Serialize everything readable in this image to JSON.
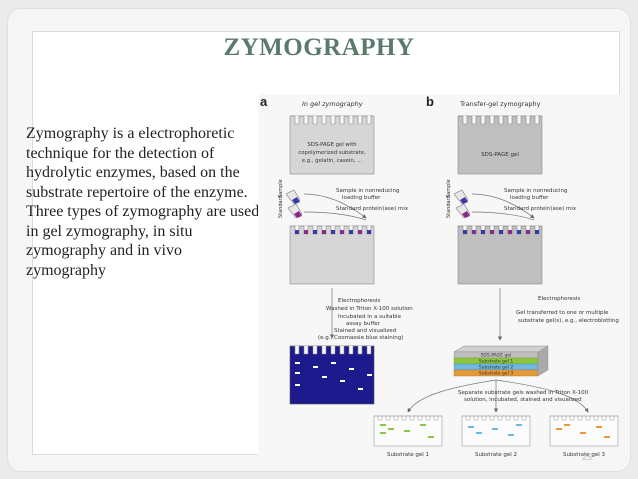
{
  "slide": {
    "title": "ZYMOGRAPHY",
    "body": "Zymography is a electrophoretic technique for the detection of hydrolytic enzymes, based on the substrate repertoire of the enzyme. Three types of zymography are used; in gel zymography, in situ zymography and in vivo zymography",
    "page_number": "25"
  },
  "figure": {
    "panel_a": {
      "letter": "a",
      "heading": "In gel zymography",
      "gel_label_1": "SDS-PAGE gel with",
      "gel_label_2": "copolymerized substrate,",
      "gel_label_3": "e.g., gelatin, casein, ...",
      "sample_label": "Sample",
      "standard_label": "Standard",
      "step1_1": "Sample in nonreducing",
      "step1_2": "loading buffer",
      "step1_3": "Standard protein(ase) mix",
      "step2_1": "Electrophoresis",
      "step2_2": "Washed in Triton X-100 solution",
      "step2_3": "Incubated in a suitable",
      "step2_4": "assay buffer",
      "step2_5": "Stained and visualized",
      "step2_6": "(e.g., Coomassie blue staining)"
    },
    "panel_b": {
      "letter": "b",
      "heading": "Transfer-gel zymography",
      "gel_label": "SDS-PAGE gel",
      "sample_label": "Sample",
      "standard_label": "Standard",
      "step1_1": "Sample in nonreducing",
      "step1_2": "loading buffer",
      "step1_3": "Standard protein(ase) mix",
      "step2": "Electrophoresis",
      "step3_1": "Gel transferred to one or multiple",
      "step3_2": "substrate gel(s), e.g., electroblotting",
      "stack_1": "SDS-PAGE gel",
      "stack_2": "Substrate gel 1",
      "stack_3": "Substrate gel 2",
      "stack_4": "Substrate gel 3",
      "step4_1": "Separate substrate gels washed in Triton X-100",
      "step4_2": "solution, incubated, stained and visualized",
      "gel_1": "Substrate gel 1",
      "gel_2": "Substrate gel 2",
      "gel_3": "Substrate gel 3"
    },
    "colors": {
      "coomassie": "#1c1a8c",
      "purple_sample": "#8a2a8a",
      "blue_sample": "#3a3aa8",
      "green_band": "#8cc63f",
      "blue_band": "#6fb8e0",
      "orange_band": "#e59a3a",
      "gray_gel": "#bfbfbf"
    }
  }
}
